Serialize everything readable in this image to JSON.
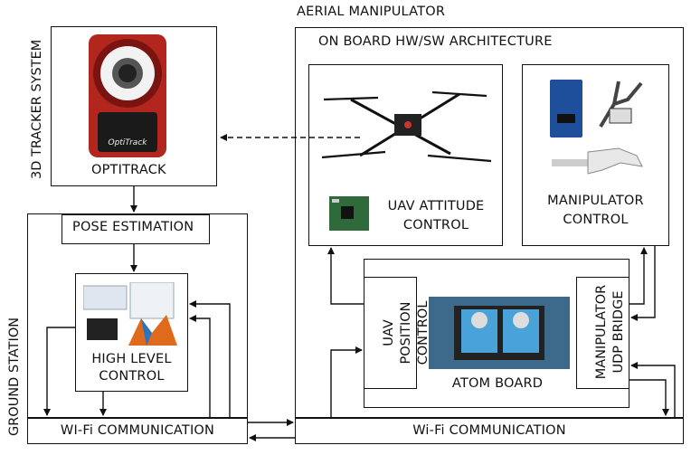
{
  "labels": {
    "aerial_manipulator": "AERIAL MANIPULATOR",
    "onboard_arch": "ON BOARD HW/SW ARCHITECTURE",
    "tracker_system": "3D TRACKER SYSTEM",
    "optitrack": "OPTITRACK",
    "optitrack_logo": "OptiTrack",
    "uav_attitude_line1": "UAV ATTITUDE",
    "uav_attitude_line2": "CONTROL",
    "manipulator_control_line1": "MANIPULATOR",
    "manipulator_control_line2": "CONTROL",
    "ground_station": "GROUND STATION",
    "pose_estimation": "POSE ESTIMATION",
    "high_level_line1": "HIGH LEVEL",
    "high_level_line2": "CONTROL",
    "wifi_left": "WI-Fi COMMUNICATION",
    "wifi_right": "Wi-Fi COMMUNICATION",
    "uav_position": "UAV POSITION CONTROL",
    "atom_board": "ATOM BOARD",
    "manipulator_udp": "MANIPULATOR UDP BRIDGE"
  },
  "colors": {
    "line": "#111111",
    "camera_red": "#b3261e",
    "board_green": "#2f6b3a",
    "heatsink_blue": "#4aa3d8",
    "matlab_orange": "#e06a1b"
  }
}
